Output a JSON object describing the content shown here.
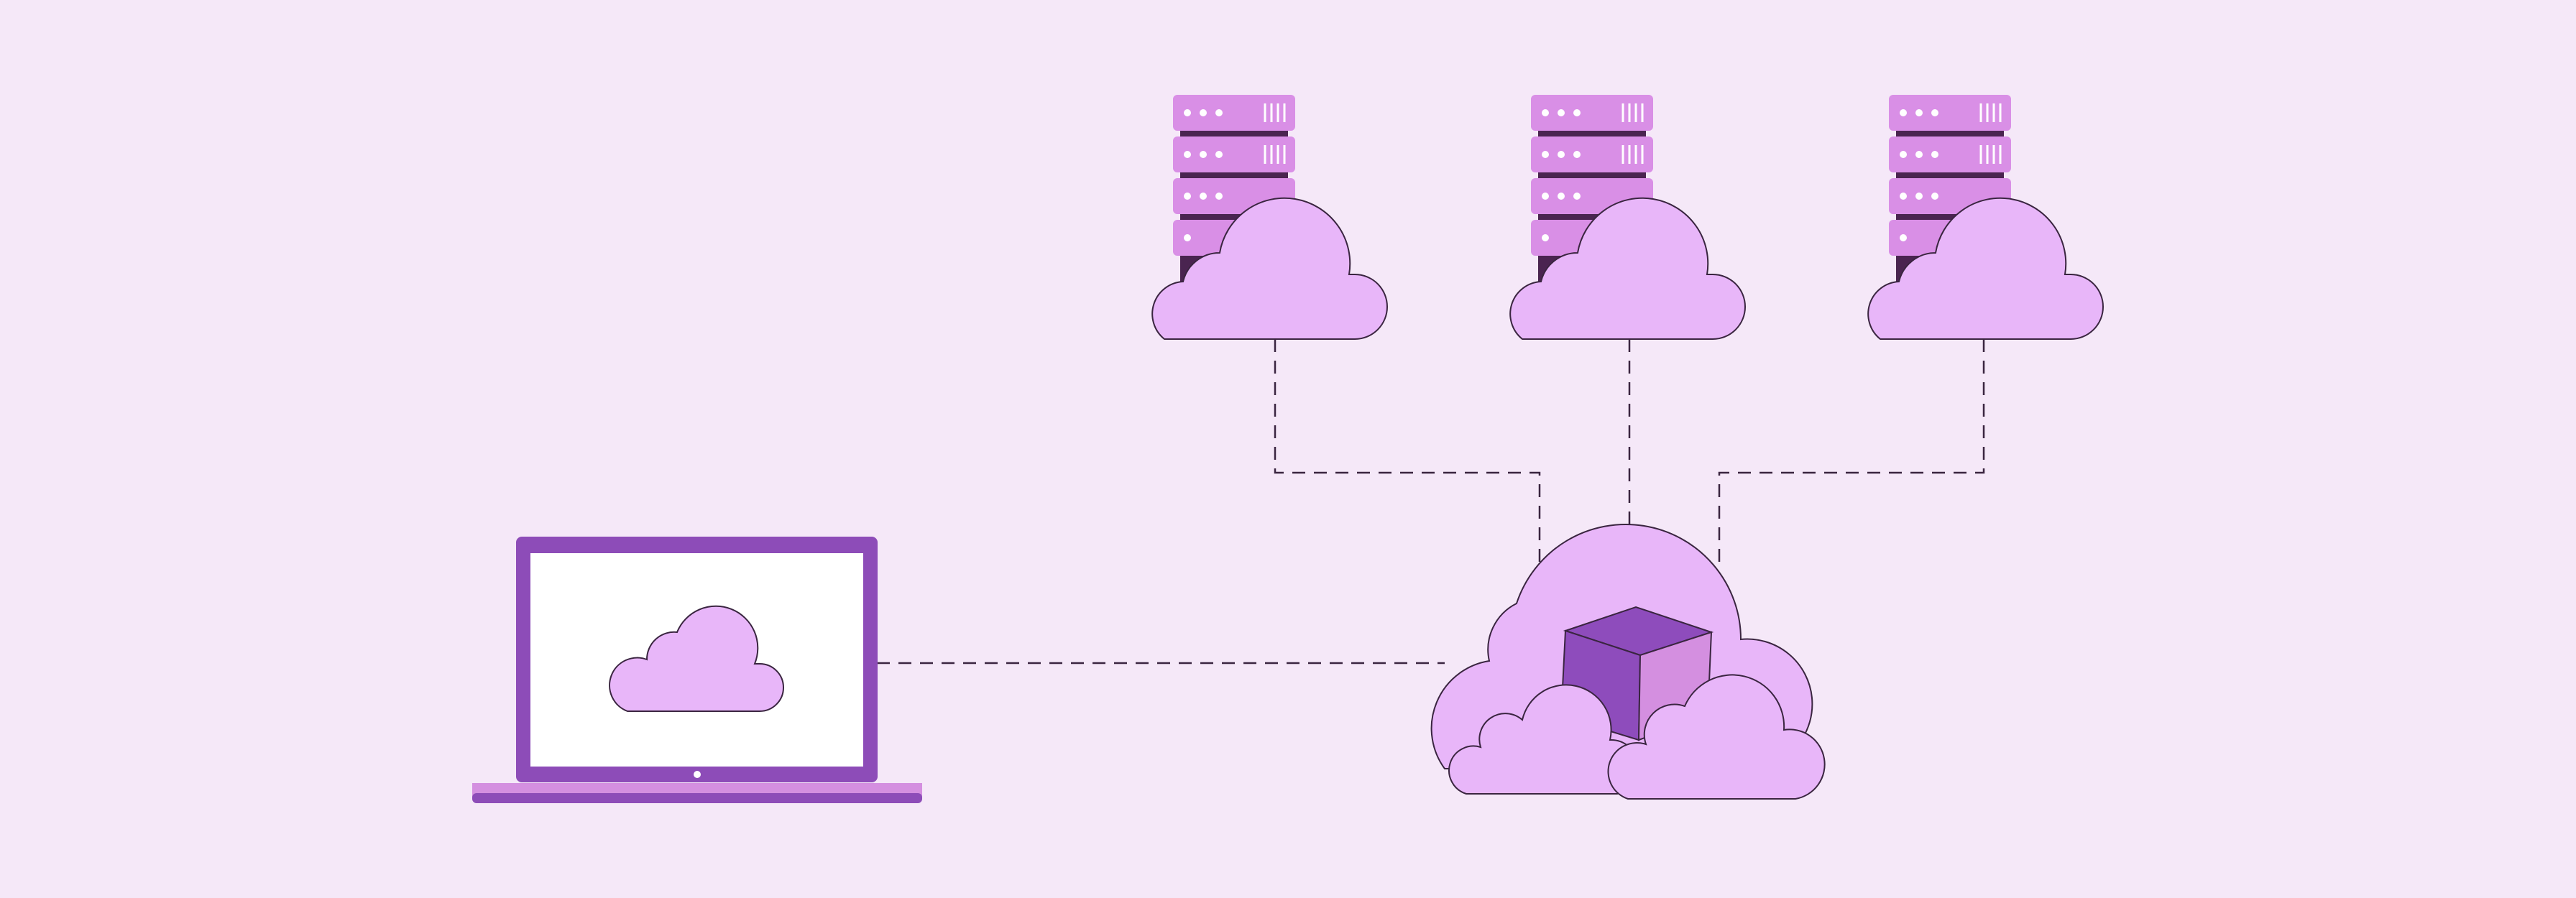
{
  "diagram": {
    "nodes": [
      {
        "id": "laptop",
        "kind": "laptop",
        "icon": "cloud-icon"
      },
      {
        "id": "server-1",
        "kind": "server-rack-with-cloud",
        "icon": "server-icon"
      },
      {
        "id": "server-2",
        "kind": "server-rack-with-cloud",
        "icon": "server-icon"
      },
      {
        "id": "server-3",
        "kind": "server-rack-with-cloud",
        "icon": "server-icon"
      },
      {
        "id": "hub",
        "kind": "cloud-with-cube",
        "icon": "cube-icon"
      }
    ],
    "edges": [
      {
        "from": "laptop",
        "to": "hub",
        "style": "dashed"
      },
      {
        "from": "server-1",
        "to": "hub",
        "style": "dashed"
      },
      {
        "from": "server-2",
        "to": "hub",
        "style": "dashed"
      },
      {
        "from": "server-3",
        "to": "hub",
        "style": "dashed"
      }
    ]
  },
  "colors": {
    "background": "#f5e8f8",
    "cloud_fill": "#e8b6f9",
    "outline": "#3a2540",
    "laptop_frame": "#8d4cb8",
    "laptop_base": "#d48fe0",
    "server_unit": "#d98fe6",
    "server_gap": "#4a2450",
    "cube_dark": "#8e4cbc",
    "cube_light": "#d48fe0",
    "screen": "#ffffff"
  }
}
